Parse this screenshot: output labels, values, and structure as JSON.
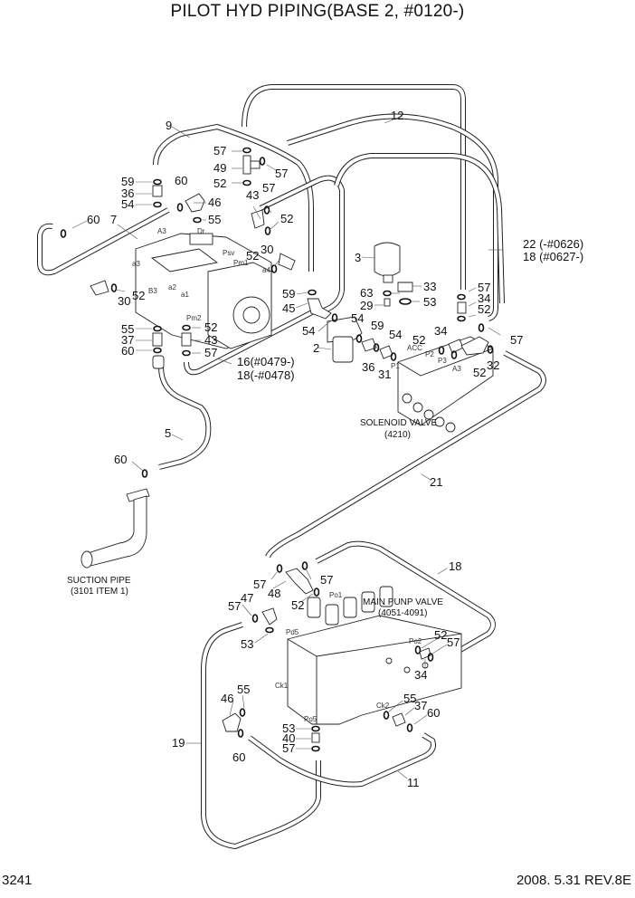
{
  "header": {
    "title": "PILOT HYD PIPING(BASE 2,  #0120-)"
  },
  "footer": {
    "page_number": "3241",
    "revision": "2008. 5.31  REV.8E"
  },
  "components": {
    "solenoid_valve": {
      "name": "SOLENOID VALVE",
      "ref": "(4210)"
    },
    "main_pump_valve": {
      "name": "MAIN PUNP VALVE",
      "ref": "(4051-4091)"
    },
    "suction_pipe": {
      "name": "SUCTION PIPE",
      "ref": "(3101 ITEM 1)"
    }
  },
  "port_labels": {
    "A3_pump": "A3",
    "Dr": "Dr",
    "Psv": "Psv",
    "Pm1": "Pm1",
    "a3": "a3",
    "a4": "a4",
    "a2": "a2",
    "a1": "a1",
    "B3": "B3",
    "Pm2": "Pm2",
    "ACC": "ACC",
    "P1": "P1",
    "P2": "P2",
    "P3": "P3",
    "A3_sol": "A3",
    "Po1": "Po1",
    "Pd5": "Pd5",
    "Po2": "Po2",
    "Ck1": "Ck1",
    "Ck2": "Ck2",
    "Po5": "Po5"
  },
  "callouts": [
    {
      "id": "c9",
      "text": "9"
    },
    {
      "id": "c12",
      "text": "12"
    },
    {
      "id": "c57a",
      "text": "57"
    },
    {
      "id": "c49",
      "text": "49"
    },
    {
      "id": "c57b",
      "text": "57"
    },
    {
      "id": "c52a",
      "text": "52"
    },
    {
      "id": "c59a",
      "text": "59"
    },
    {
      "id": "c36a",
      "text": "36"
    },
    {
      "id": "c54a",
      "text": "54"
    },
    {
      "id": "c60a",
      "text": "60"
    },
    {
      "id": "c46a",
      "text": "46"
    },
    {
      "id": "c55a",
      "text": "55"
    },
    {
      "id": "c43a",
      "text": "43"
    },
    {
      "id": "c57c",
      "text": "57"
    },
    {
      "id": "c52b",
      "text": "52"
    },
    {
      "id": "c60b",
      "text": "60"
    },
    {
      "id": "c7",
      "text": "7"
    },
    {
      "id": "c30a",
      "text": "30"
    },
    {
      "id": "c52c",
      "text": "52"
    },
    {
      "id": "c52d",
      "text": "52"
    },
    {
      "id": "c30b",
      "text": "30"
    },
    {
      "id": "c59b",
      "text": "59"
    },
    {
      "id": "c45",
      "text": "45"
    },
    {
      "id": "c54b",
      "text": "54"
    },
    {
      "id": "c2",
      "text": "2"
    },
    {
      "id": "c55b",
      "text": "55"
    },
    {
      "id": "c37a",
      "text": "37"
    },
    {
      "id": "c60c",
      "text": "60"
    },
    {
      "id": "c52e",
      "text": "52"
    },
    {
      "id": "c43b",
      "text": "43"
    },
    {
      "id": "c57d",
      "text": "57"
    },
    {
      "id": "c16",
      "text": "16(#0479-)"
    },
    {
      "id": "c18a",
      "text": "18(-#0478)"
    },
    {
      "id": "c3",
      "text": "3"
    },
    {
      "id": "c33",
      "text": "33"
    },
    {
      "id": "c63",
      "text": "63"
    },
    {
      "id": "c53a",
      "text": "53"
    },
    {
      "id": "c29",
      "text": "29"
    },
    {
      "id": "c54c",
      "text": "54"
    },
    {
      "id": "c59c",
      "text": "59"
    },
    {
      "id": "c54d",
      "text": "54"
    },
    {
      "id": "c36b",
      "text": "36"
    },
    {
      "id": "c31",
      "text": "31"
    },
    {
      "id": "c22",
      "text": "22 (-#0626)"
    },
    {
      "id": "c18b",
      "text": "18 (#0627-)"
    },
    {
      "id": "c57e",
      "text": "57"
    },
    {
      "id": "c34a",
      "text": "34"
    },
    {
      "id": "c52f",
      "text": "52"
    },
    {
      "id": "c34b",
      "text": "34"
    },
    {
      "id": "c52g",
      "text": "52"
    },
    {
      "id": "c57f",
      "text": "57"
    },
    {
      "id": "c32",
      "text": "32"
    },
    {
      "id": "c52h",
      "text": "52"
    },
    {
      "id": "c5",
      "text": "5"
    },
    {
      "id": "c60d",
      "text": "60"
    },
    {
      "id": "c21",
      "text": "21"
    },
    {
      "id": "c18c",
      "text": "18"
    },
    {
      "id": "c57g",
      "text": "57"
    },
    {
      "id": "c57h",
      "text": "57"
    },
    {
      "id": "c48",
      "text": "48"
    },
    {
      "id": "c52i",
      "text": "52"
    },
    {
      "id": "c57i",
      "text": "57"
    },
    {
      "id": "c47",
      "text": "47"
    },
    {
      "id": "c53b",
      "text": "53"
    },
    {
      "id": "c52j",
      "text": "52"
    },
    {
      "id": "c57j",
      "text": "57"
    },
    {
      "id": "c34c",
      "text": "34"
    },
    {
      "id": "c46b",
      "text": "46"
    },
    {
      "id": "c55c",
      "text": "55"
    },
    {
      "id": "c55d",
      "text": "55"
    },
    {
      "id": "c37b",
      "text": "37"
    },
    {
      "id": "c60e",
      "text": "60"
    },
    {
      "id": "c53c",
      "text": "53"
    },
    {
      "id": "c40",
      "text": "40"
    },
    {
      "id": "c57k",
      "text": "57"
    },
    {
      "id": "c19",
      "text": "19"
    },
    {
      "id": "c60f",
      "text": "60"
    },
    {
      "id": "c11",
      "text": "11"
    }
  ]
}
